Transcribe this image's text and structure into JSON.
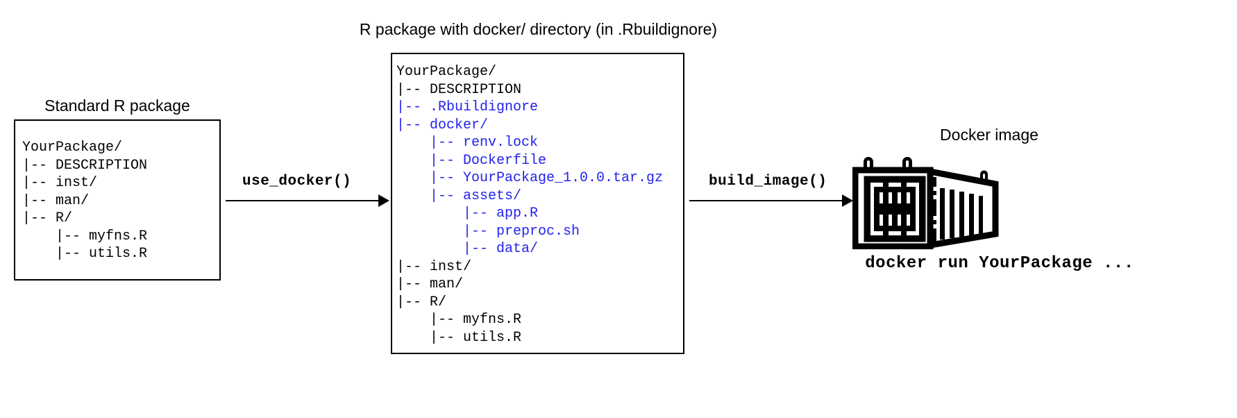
{
  "diagram": {
    "title_left": "Standard R package",
    "title_middle": "R package with docker/ directory (in .Rbuildignore)",
    "title_right": "Docker image",
    "arrow1_label": "use_docker()",
    "arrow2_label": "build_image()",
    "run_command": "docker run YourPackage ...",
    "colors": {
      "highlight_blue": "#2222ee",
      "stroke": "#000000",
      "background": "#ffffff"
    },
    "left_tree": [
      {
        "text": "YourPackage/",
        "highlight": false
      },
      {
        "text": "|-- DESCRIPTION",
        "highlight": false
      },
      {
        "text": "|-- inst/",
        "highlight": false
      },
      {
        "text": "|-- man/",
        "highlight": false
      },
      {
        "text": "|-- R/",
        "highlight": false
      },
      {
        "text": "    |-- myfns.R",
        "highlight": false
      },
      {
        "text": "    |-- utils.R",
        "highlight": false
      }
    ],
    "middle_tree": [
      {
        "text": "YourPackage/",
        "highlight": false
      },
      {
        "text": "|-- DESCRIPTION",
        "highlight": false
      },
      {
        "text": "|-- .Rbuildignore",
        "highlight": true
      },
      {
        "text": "|-- docker/",
        "highlight": true
      },
      {
        "text": "    |-- renv.lock",
        "highlight": true
      },
      {
        "text": "    |-- Dockerfile",
        "highlight": true
      },
      {
        "text": "    |-- YourPackage_1.0.0.tar.gz",
        "highlight": true
      },
      {
        "text": "    |-- assets/",
        "highlight": true
      },
      {
        "text": "        |-- app.R",
        "highlight": true
      },
      {
        "text": "        |-- preproc.sh",
        "highlight": true
      },
      {
        "text": "        |-- data/",
        "highlight": true
      },
      {
        "text": "|-- inst/",
        "highlight": false
      },
      {
        "text": "|-- man/",
        "highlight": false
      },
      {
        "text": "|-- R/",
        "highlight": false
      },
      {
        "text": "    |-- myfns.R",
        "highlight": false
      },
      {
        "text": "    |-- utils.R",
        "highlight": false
      }
    ],
    "icon_name": "docker-container-icon"
  }
}
